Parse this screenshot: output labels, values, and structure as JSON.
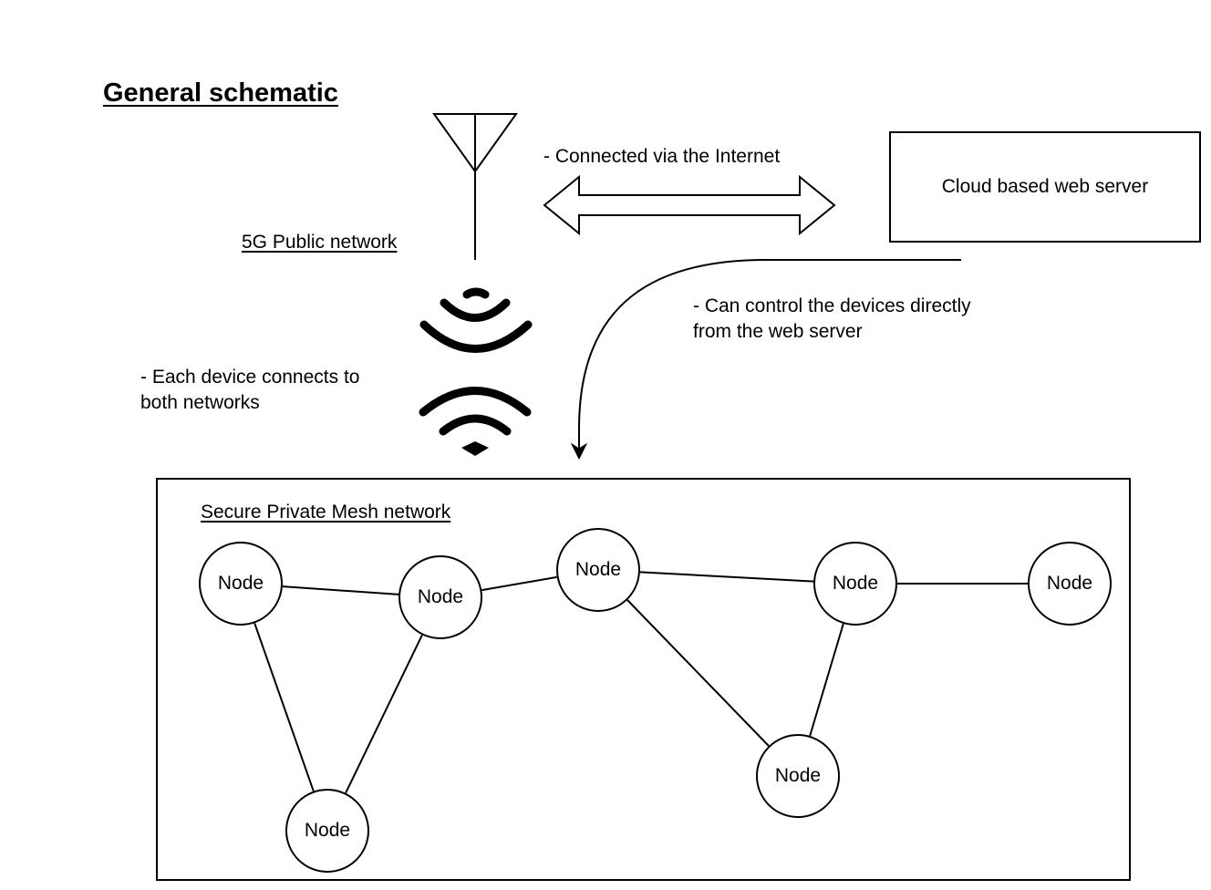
{
  "heading": "General schematic",
  "antenna_label": "5G Public network",
  "internet_note": "- Connected via the Internet",
  "cloud_server": "Cloud based web server",
  "control_note": {
    "line1": "- Can control the devices directly",
    "line2": "from the web server"
  },
  "device_note": {
    "line1": "- Each device connects to",
    "line2": "both networks"
  },
  "mesh": {
    "label": "Secure Private Mesh network",
    "nodes": [
      {
        "id": "n1",
        "label": "Node"
      },
      {
        "id": "n2",
        "label": "Node"
      },
      {
        "id": "n3",
        "label": "Node"
      },
      {
        "id": "n4",
        "label": "Node"
      },
      {
        "id": "n5",
        "label": "Node"
      },
      {
        "id": "n6",
        "label": "Node"
      },
      {
        "id": "n7",
        "label": "Node"
      }
    ],
    "links": [
      [
        "n1",
        "n2"
      ],
      [
        "n1",
        "n3"
      ],
      [
        "n2",
        "n3"
      ],
      [
        "n2",
        "n4"
      ],
      [
        "n4",
        "n5"
      ],
      [
        "n4",
        "n7"
      ],
      [
        "n5",
        "n6"
      ],
      [
        "n5",
        "n7"
      ]
    ]
  },
  "icons": {
    "antenna": "antenna-icon",
    "internet_link": "double-arrow-icon",
    "signal_upper": "signal-waves-icon",
    "signal_lower": "wifi-icon",
    "control_link": "curved-arrow-icon"
  },
  "colors": {
    "stroke": "#000000",
    "background": "#ffffff"
  }
}
